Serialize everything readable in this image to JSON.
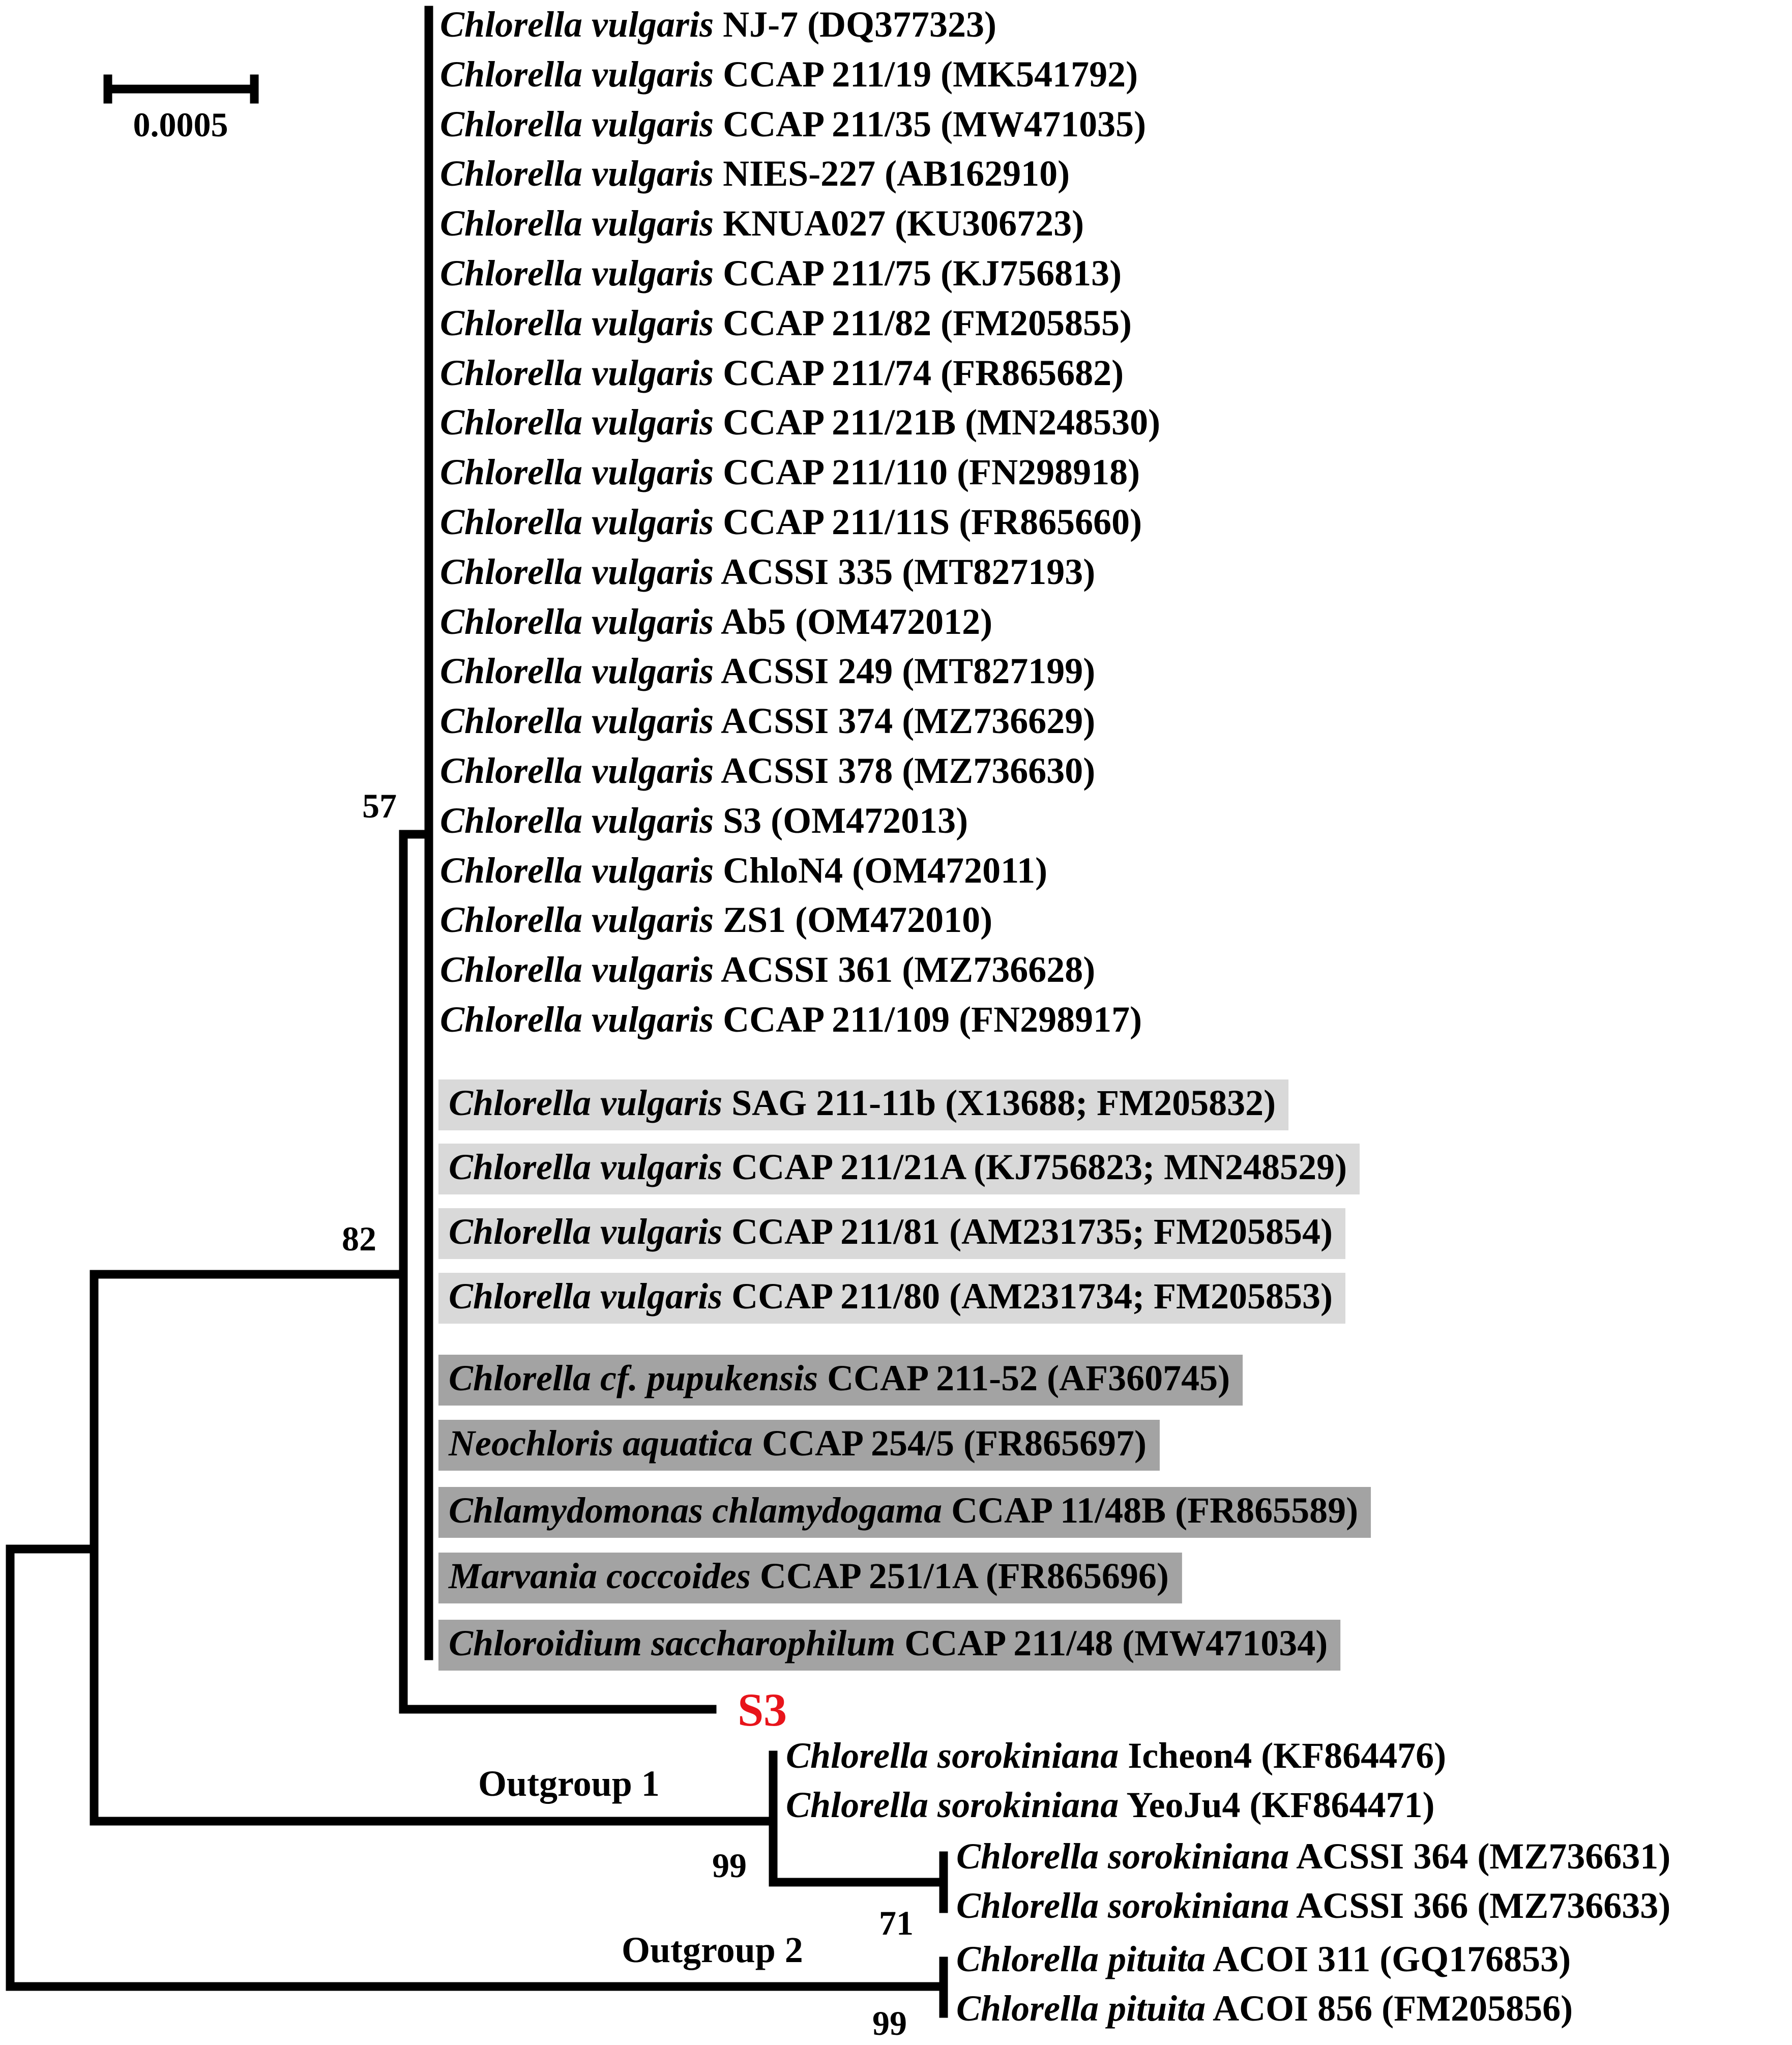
{
  "scale_bar": {
    "label": "0.0005"
  },
  "query": {
    "label": "S3",
    "color": "#e8141b"
  },
  "highlight_colors": {
    "light": "#d9d9d9",
    "dark": "#a3a3a3"
  },
  "main_clade": {
    "bootstrap": "57",
    "leaves": [
      {
        "species": "Chlorella vulgaris",
        "rest": "NJ-7 (DQ377323)"
      },
      {
        "species": "Chlorella vulgaris",
        "rest": "CCAP 211/19 (MK541792)"
      },
      {
        "species": "Chlorella vulgaris",
        "rest": "CCAP 211/35 (MW471035)"
      },
      {
        "species": "Chlorella vulgaris",
        "rest": "NIES-227 (AB162910)"
      },
      {
        "species": "Chlorella vulgaris",
        "rest": "KNUA027 (KU306723)"
      },
      {
        "species": "Chlorella vulgaris",
        "rest": "CCAP 211/75 (KJ756813)"
      },
      {
        "species": "Chlorella vulgaris",
        "rest": "CCAP 211/82 (FM205855)"
      },
      {
        "species": "Chlorella vulgaris",
        "rest": "CCAP 211/74 (FR865682)"
      },
      {
        "species": "Chlorella vulgaris",
        "rest": "CCAP 211/21B (MN248530)"
      },
      {
        "species": "Chlorella vulgaris",
        "rest": "CCAP 211/110 (FN298918)"
      },
      {
        "species": "Chlorella vulgaris",
        "rest": "CCAP 211/11S (FR865660)"
      },
      {
        "species": "Chlorella vulgaris",
        "rest": "ACSSI 335 (MT827193)"
      },
      {
        "species": "Chlorella vulgaris",
        "rest": "Ab5 (OM472012)"
      },
      {
        "species": "Chlorella vulgaris",
        "rest": "ACSSI 249 (MT827199)"
      },
      {
        "species": "Chlorella vulgaris",
        "rest": "ACSSI 374 (MZ736629)"
      },
      {
        "species": "Chlorella vulgaris",
        "rest": "ACSSI 378 (MZ736630)"
      },
      {
        "species": "Chlorella vulgaris",
        "rest": "S3 (OM472013)"
      },
      {
        "species": "Chlorella vulgaris",
        "rest": "ChloN4 (OM472011)"
      },
      {
        "species": "Chlorella vulgaris",
        "rest": "ZS1 (OM472010)"
      },
      {
        "species": "Chlorella vulgaris",
        "rest": "ACSSI 361 (MZ736628)"
      },
      {
        "species": "Chlorella vulgaris",
        "rest": "CCAP 211/109 (FN298917)"
      },
      {
        "species": "Chlorella vulgaris",
        "rest": "SAG 211-11b (X13688; FM205832)",
        "highlight": "light"
      },
      {
        "species": "Chlorella vulgaris",
        "rest": "CCAP 211/21A (KJ756823; MN248529)",
        "highlight": "light"
      },
      {
        "species": "Chlorella vulgaris",
        "rest": "CCAP 211/81 (AM231735; FM205854)",
        "highlight": "light"
      },
      {
        "species": "Chlorella vulgaris",
        "rest": "CCAP 211/80 (AM231734; FM205853)",
        "highlight": "light"
      },
      {
        "species": "Chlorella cf. pupukensis",
        "rest": "CCAP 211-52 (AF360745)",
        "highlight": "dark"
      },
      {
        "species": "Neochloris aquatica",
        "rest": "CCAP 254/5 (FR865697)",
        "highlight": "dark"
      },
      {
        "species": "Chlamydomonas chlamydogama",
        "rest": "CCAP 11/48B (FR865589)",
        "highlight": "dark"
      },
      {
        "species": "Marvania coccoides",
        "rest": "CCAP 251/1A (FR865696)",
        "highlight": "dark"
      },
      {
        "species": "Chloroidium saccharophilum",
        "rest": "CCAP 211/48 (MW471034)",
        "highlight": "dark"
      }
    ]
  },
  "node_82": {
    "bootstrap": "82"
  },
  "outgroup1": {
    "label": "Outgroup 1",
    "bootstrap": "99",
    "leaves": [
      {
        "species": "Chlorella sorokiniana",
        "rest": "Icheon4 (KF864476)"
      },
      {
        "species": "Chlorella sorokiniana",
        "rest": "YeoJu4 (KF864471)"
      }
    ],
    "subclade": {
      "bootstrap": "71",
      "leaves": [
        {
          "species": "Chlorella sorokiniana",
          "rest": "ACSSI 364 (MZ736631)"
        },
        {
          "species": "Chlorella sorokiniana",
          "rest": "ACSSI 366 (MZ736633)"
        }
      ]
    }
  },
  "outgroup2": {
    "label": "Outgroup 2",
    "bootstrap": "99",
    "leaves": [
      {
        "species": "Chlorella pituita",
        "rest": "ACOI 311 (GQ176853)"
      },
      {
        "species": "Chlorella pituita",
        "rest": "ACOI 856 (FM205856)"
      }
    ]
  }
}
